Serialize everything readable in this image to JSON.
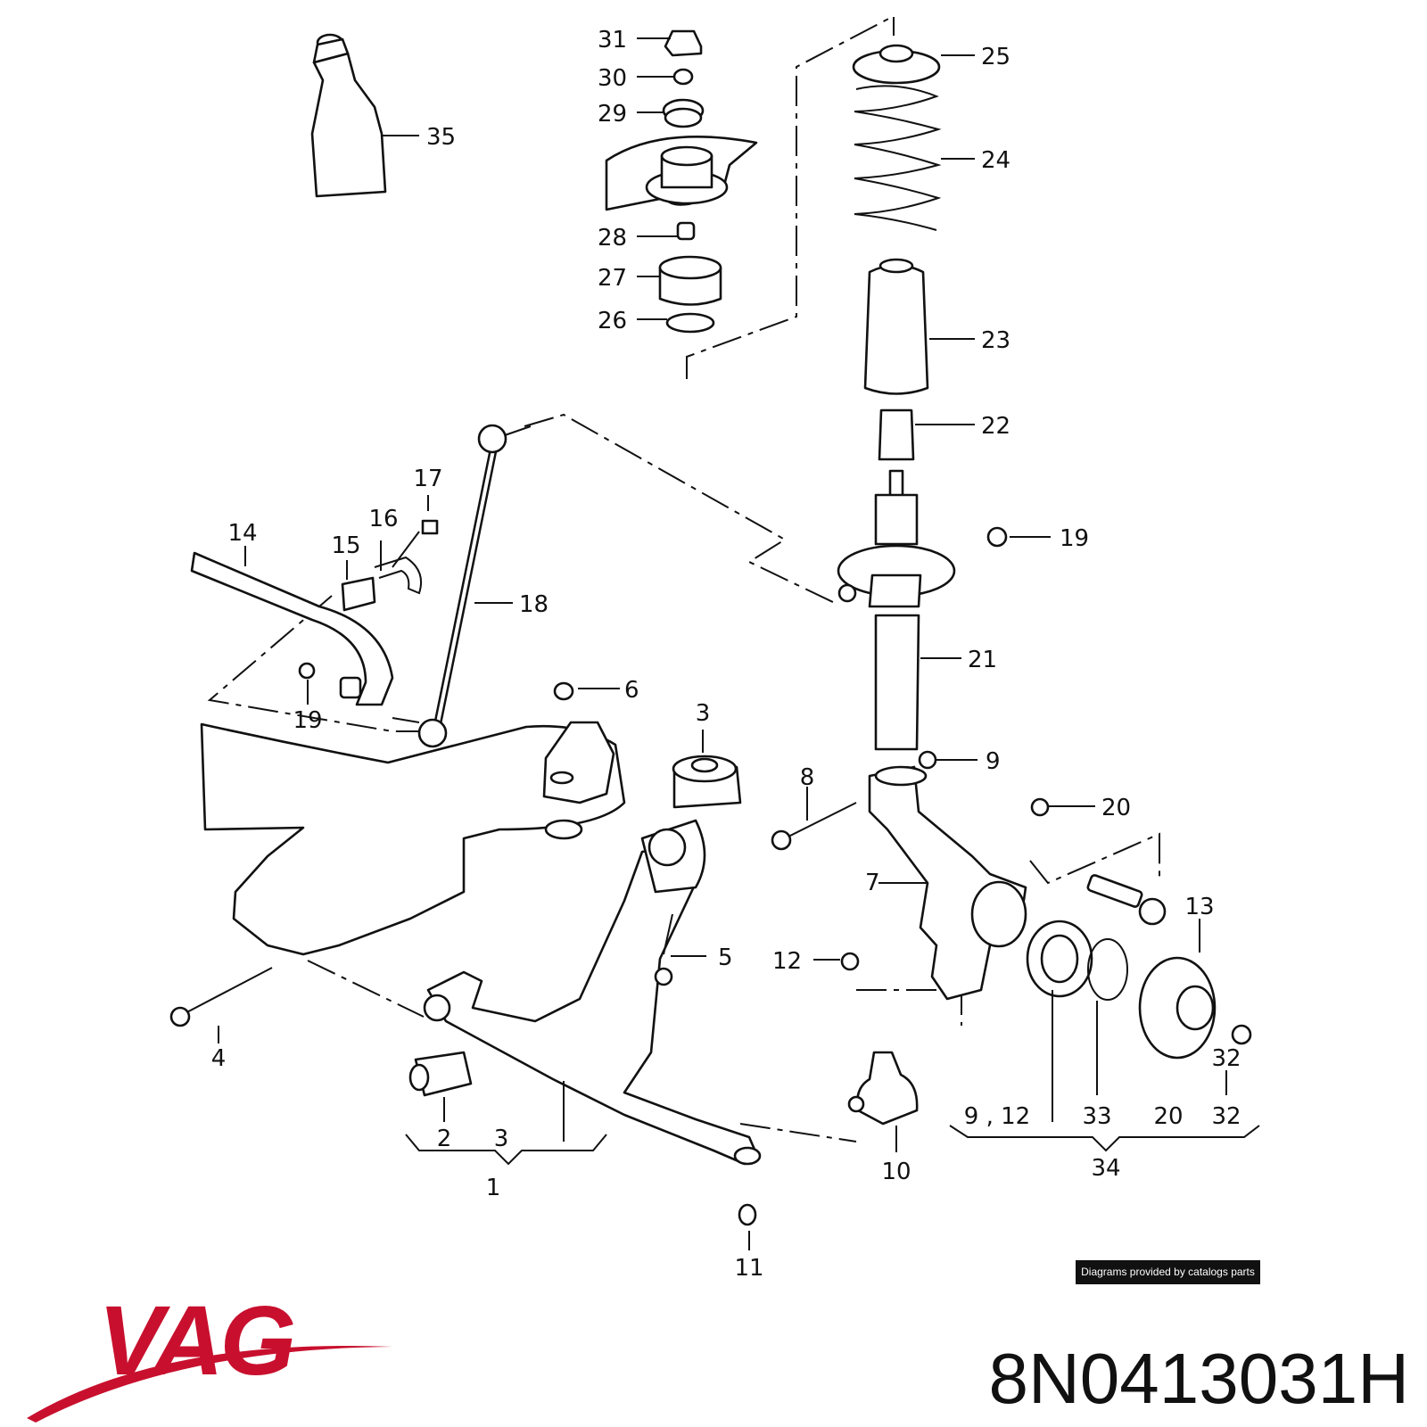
{
  "diagram": {
    "callouts": [
      {
        "id": "c1",
        "text": "1"
      },
      {
        "id": "c2",
        "text": "2"
      },
      {
        "id": "c3a",
        "text": "3"
      },
      {
        "id": "c3b",
        "text": "3"
      },
      {
        "id": "c4",
        "text": "4"
      },
      {
        "id": "c5",
        "text": "5"
      },
      {
        "id": "c6",
        "text": "6"
      },
      {
        "id": "c7",
        "text": "7"
      },
      {
        "id": "c8",
        "text": "8"
      },
      {
        "id": "c9",
        "text": "9"
      },
      {
        "id": "c10",
        "text": "10"
      },
      {
        "id": "c11",
        "text": "11"
      },
      {
        "id": "c12",
        "text": "12"
      },
      {
        "id": "c13",
        "text": "13"
      },
      {
        "id": "c14",
        "text": "14"
      },
      {
        "id": "c15",
        "text": "15"
      },
      {
        "id": "c16",
        "text": "16"
      },
      {
        "id": "c17",
        "text": "17"
      },
      {
        "id": "c18",
        "text": "18"
      },
      {
        "id": "c19a",
        "text": "19"
      },
      {
        "id": "c19b",
        "text": "19"
      },
      {
        "id": "c20",
        "text": "20"
      },
      {
        "id": "c21",
        "text": "21"
      },
      {
        "id": "c22",
        "text": "22"
      },
      {
        "id": "c23",
        "text": "23"
      },
      {
        "id": "c24",
        "text": "24"
      },
      {
        "id": "c25",
        "text": "25"
      },
      {
        "id": "c26",
        "text": "26"
      },
      {
        "id": "c27",
        "text": "27"
      },
      {
        "id": "c28",
        "text": "28"
      },
      {
        "id": "c29",
        "text": "29"
      },
      {
        "id": "c30",
        "text": "30"
      },
      {
        "id": "c31",
        "text": "31"
      },
      {
        "id": "c32",
        "text": "32"
      },
      {
        "id": "c33",
        "text": "33"
      },
      {
        "id": "c34",
        "text": "34"
      },
      {
        "id": "c35",
        "text": "35"
      },
      {
        "id": "c912",
        "text": "9 , 12"
      },
      {
        "id": "c20b",
        "text": "20"
      },
      {
        "id": "c32b",
        "text": "32"
      }
    ]
  },
  "credit": "Diagrams provided by catalogs parts",
  "brand": {
    "logo_text": "VAG",
    "color": "#c8102e"
  },
  "part_number": "8N0413031H"
}
